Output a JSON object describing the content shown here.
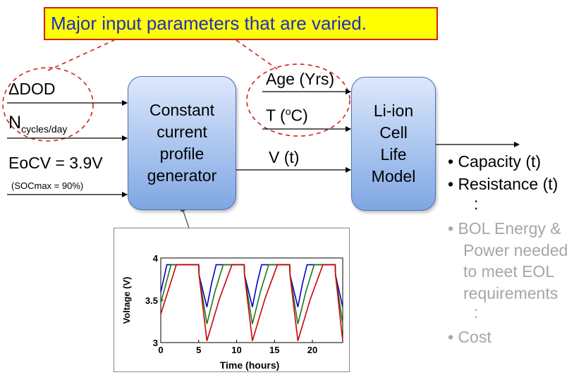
{
  "callout": {
    "text": "Major input parameters that are varied."
  },
  "inputs": {
    "ddod": "ΔDOD",
    "ncycles_main": "N",
    "ncycles_sub": "cycles/day",
    "eocv": "EoCV = 3.9V",
    "socmax": "(SOCmax = 90%)"
  },
  "generator": {
    "lines": [
      "Constant",
      "current",
      "profile",
      "generator"
    ]
  },
  "model_inputs": {
    "age": "Age (Yrs)",
    "temp_prefix": "T (",
    "temp_sup": "o",
    "temp_suffix": "C)",
    "voltage": "V (t)"
  },
  "model": {
    "lines": [
      "Li-ion",
      "Cell",
      "Life",
      "Model"
    ]
  },
  "outputs": {
    "capacity": "• Capacity (t)",
    "resistance": "• Resistance (t)",
    "dots1": ":",
    "bol_1": "• BOL Energy &",
    "bol_2": "Power needed",
    "bol_3": "to meet EOL",
    "bol_4": "requirements",
    "dots2": ":",
    "cost": "• Cost"
  },
  "colors": {
    "callout_border": "#d22020",
    "callout_fill": "#ffff00",
    "callout_text": "#1f2fbf",
    "dashed": "#d22020",
    "box_border": "#4b6fb8"
  },
  "chart_data": {
    "type": "line",
    "title": "",
    "xlabel": "Time (hours)",
    "ylabel": "Voltage (V)",
    "xlim": [
      0,
      24
    ],
    "ylim": [
      3,
      4
    ],
    "xticks": [
      "0",
      "5",
      "10",
      "15",
      "20"
    ],
    "yticks": [
      "3",
      "3.5",
      "4"
    ],
    "tick_values_x": [
      0,
      5,
      10,
      15,
      20
    ],
    "tick_values_y": [
      3,
      3.5,
      4
    ],
    "series": [
      {
        "color": "#0000cc",
        "min_v": 3.42,
        "max_v": 3.92,
        "charge_frac": 0.22
      },
      {
        "color": "#1a7a1a",
        "min_v": 3.22,
        "max_v": 3.92,
        "charge_frac": 0.5
      },
      {
        "color": "#cc0000",
        "min_v": 3.02,
        "max_v": 3.92,
        "charge_frac": 0.85
      }
    ],
    "cycle_period": 6,
    "cycle_start": 0.5
  }
}
